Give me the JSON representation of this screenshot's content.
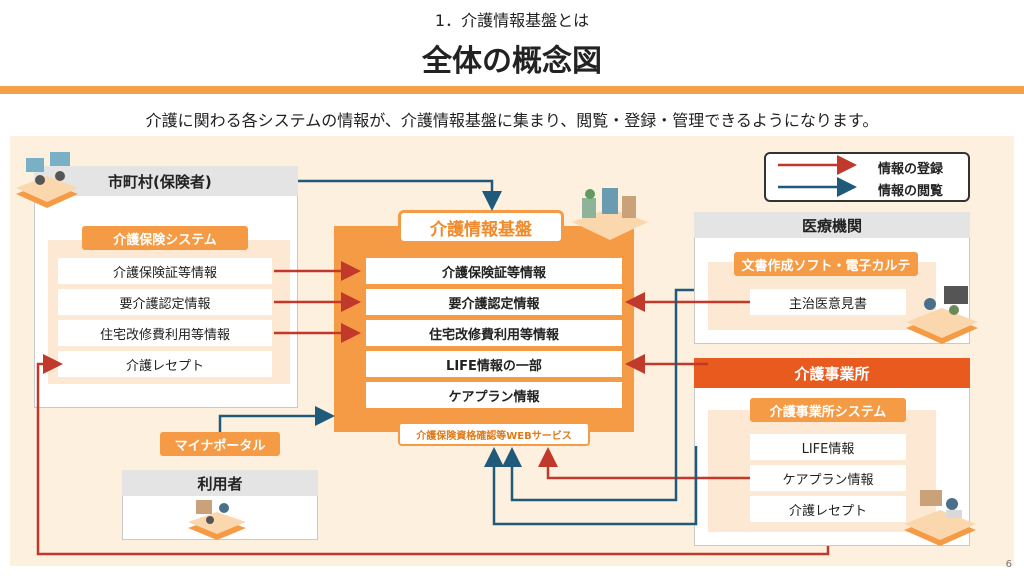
{
  "header": {
    "subtitle": "1．介護情報基盤とは",
    "title": "全体の概念図",
    "description": "介護に関わる各システムの情報が、介護情報基盤に集まり、閲覧・登録・管理できるようになります。"
  },
  "legend": {
    "register": "情報の登録",
    "view": "情報の閲覧"
  },
  "municipality": {
    "title": "市町村(保険者)",
    "system": "介護保険システム",
    "items": [
      "介護保険証等情報",
      "要介護認定情報",
      "住宅改修費利用等情報",
      "介護レセプト"
    ]
  },
  "core": {
    "title": "介護情報基盤",
    "items": [
      "介護保険証等情報",
      "要介護認定情報",
      "住宅改修費利用等情報",
      "LIFE情報の一部",
      "ケアプラン情報"
    ],
    "web_service": "介護保険資格確認等WEBサービス"
  },
  "medical": {
    "title": "医療機関",
    "system": "文書作成ソフト・電子カルテ",
    "items": [
      "主治医意見書"
    ]
  },
  "provider": {
    "title": "介護事業所",
    "system": "介護事業所システム",
    "items": [
      "LIFE情報",
      "ケアプラン情報",
      "介護レセプト"
    ]
  },
  "user": {
    "title": "利用者",
    "portal": "マイナポータル"
  },
  "colors": {
    "orange": "#f59b45",
    "register": "#c0392b",
    "view": "#1f5a7a",
    "background": "#fdf0df"
  },
  "page_number": "6"
}
